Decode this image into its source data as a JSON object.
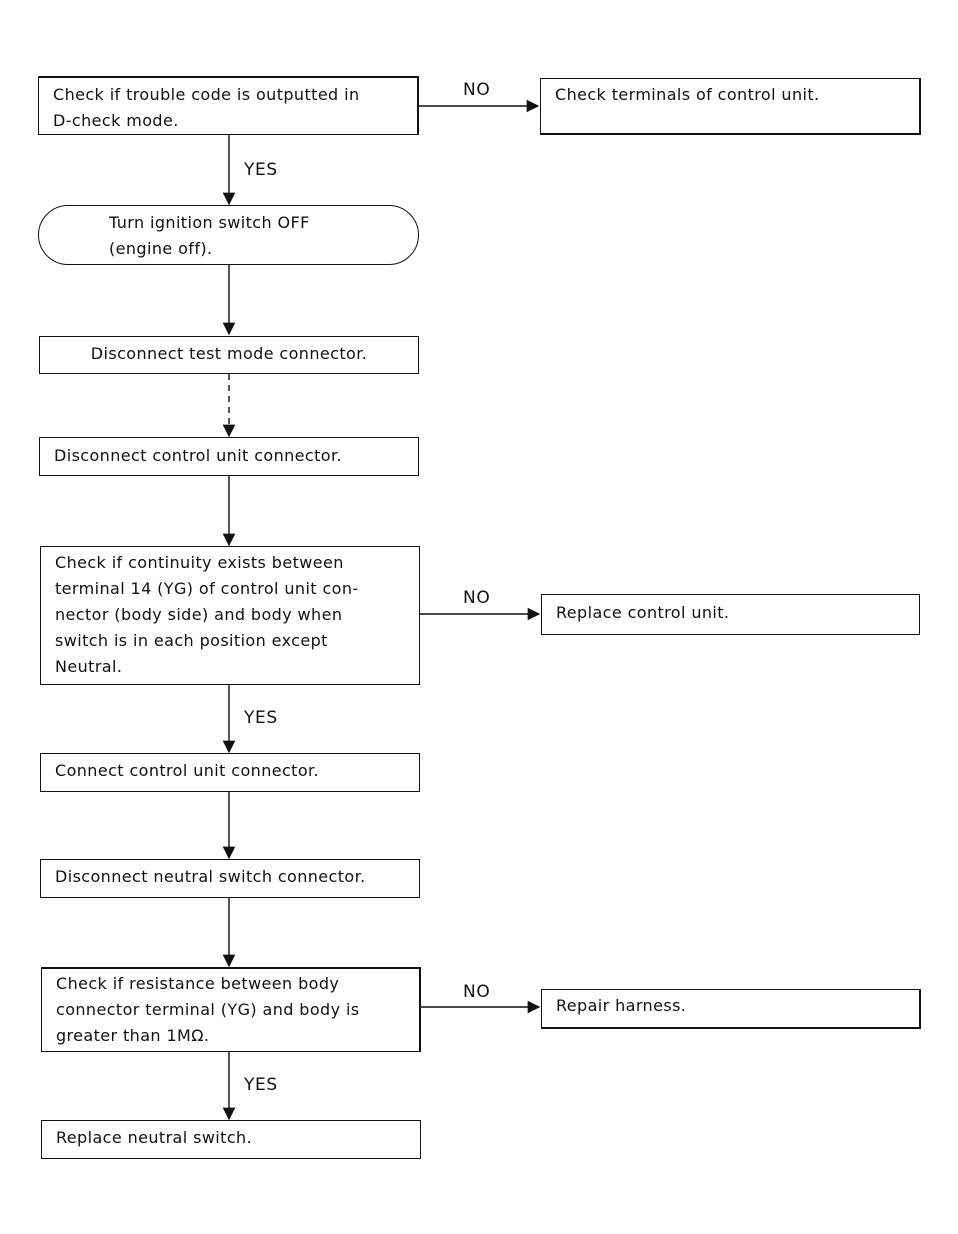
{
  "flowchart": {
    "step1": {
      "lines": [
        "Check if trouble code is outputted in",
        "D-check mode."
      ]
    },
    "step1_no": {
      "lines": [
        "Check terminals of control unit."
      ]
    },
    "step2": {
      "lines": [
        "Turn ignition switch OFF",
        "(engine off)."
      ]
    },
    "step3": {
      "lines": [
        "Disconnect test mode connector."
      ]
    },
    "step4": {
      "lines": [
        "Disconnect control unit connector."
      ]
    },
    "step5": {
      "lines": [
        "Check if continuity exists between",
        "terminal 14 (YG) of control unit con-",
        "nector (body side) and body when",
        "switch is in each position except",
        "Neutral."
      ]
    },
    "step5_no": {
      "lines": [
        "Replace control unit."
      ]
    },
    "step6": {
      "lines": [
        "Connect control unit connector."
      ]
    },
    "step7": {
      "lines": [
        "Disconnect neutral switch connector."
      ]
    },
    "step8": {
      "lines": [
        "Check if resistance between body",
        "connector terminal (YG) and body is",
        "greater than 1MΩ."
      ]
    },
    "step8_no": {
      "lines": [
        "Repair harness."
      ]
    },
    "step9": {
      "lines": [
        "Replace neutral switch."
      ]
    },
    "labels": {
      "yes": "YES",
      "no": "NO"
    }
  },
  "colors": {
    "ink": "#111111",
    "paper": "#ffffff"
  }
}
